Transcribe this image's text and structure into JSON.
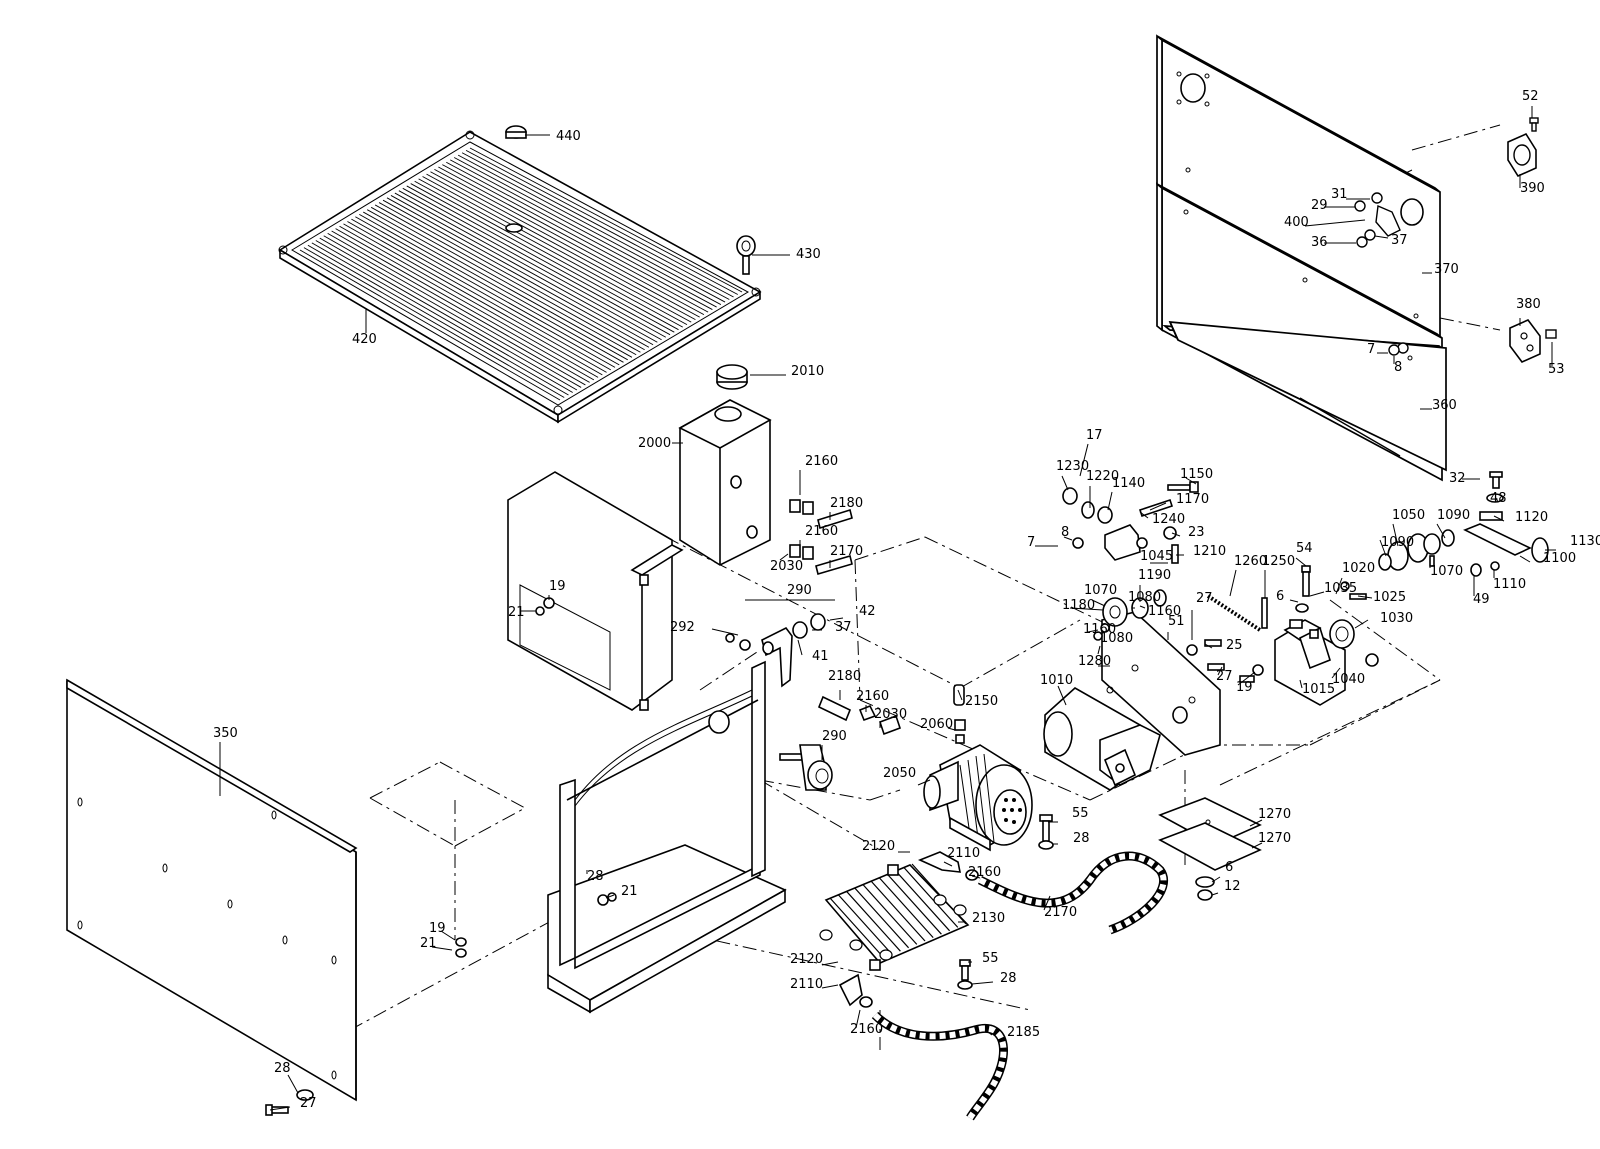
{
  "diagram": {
    "labels": [
      "440",
      "430",
      "420",
      "2010",
      "2000",
      "2160",
      "2180",
      "2160",
      "2170",
      "2030",
      "19",
      "21",
      "290",
      "292",
      "42",
      "37",
      "41",
      "350",
      "2180",
      "2160",
      "2030",
      "2150",
      "290",
      "2060",
      "2050",
      "55",
      "28",
      "2120",
      "2110",
      "2160",
      "2170",
      "2130",
      "2120",
      "2110",
      "2160",
      "55",
      "28",
      "2185",
      "28",
      "21",
      "19",
      "21",
      "28",
      "27",
      "52",
      "390",
      "31",
      "29",
      "400",
      "36",
      "37",
      "370",
      "380",
      "7",
      "8",
      "53",
      "360",
      "32",
      "48",
      "1120",
      "1130",
      "1100",
      "1110",
      "49",
      "1070",
      "1090",
      "1050",
      "1090",
      "1025",
      "1030",
      "1020",
      "1035",
      "54",
      "6",
      "1250",
      "1260",
      "17",
      "1230",
      "1220",
      "1140",
      "1150",
      "1170",
      "1240",
      "8",
      "7",
      "23",
      "1210",
      "1045",
      "1190",
      "1070",
      "1180",
      "1080",
      "1160",
      "1080",
      "1160",
      "51",
      "27",
      "25",
      "1280",
      "1010",
      "27",
      "19",
      "1015",
      "1040",
      "1270",
      "1270",
      "6",
      "12"
    ]
  }
}
